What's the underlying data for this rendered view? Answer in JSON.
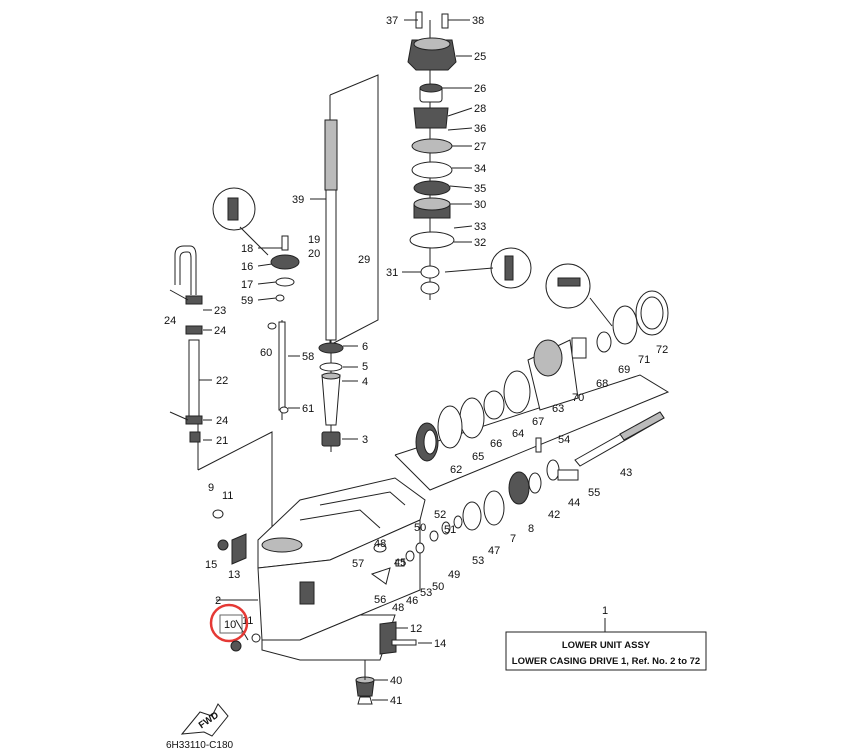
{
  "diagram": {
    "code": "6H33110-C180",
    "caption_number": "1",
    "box_line1": "LOWER  UNIT  ASSY",
    "box_line2": "LOWER CASING DRIVE 1, Ref. No. 2 to 72",
    "fwd_label": "FWD",
    "highlight": {
      "part": "10",
      "color": "#e53935"
    },
    "callouts": [
      "37",
      "38",
      "25",
      "26",
      "28",
      "36",
      "27",
      "34",
      "35",
      "30",
      "33",
      "32",
      "31",
      "39",
      "19",
      "20",
      "18",
      "16",
      "29",
      "17",
      "59",
      "23",
      "24",
      "24",
      "22",
      "24",
      "21",
      "60",
      "58",
      "6",
      "5",
      "4",
      "61",
      "3",
      "72",
      "71",
      "69",
      "68",
      "70",
      "63",
      "67",
      "64",
      "66",
      "65",
      "62",
      "54",
      "43",
      "55",
      "44",
      "42",
      "8",
      "7",
      "52",
      "50",
      "51",
      "47",
      "53",
      "49",
      "48",
      "57",
      "45",
      "46",
      "53",
      "56",
      "48",
      "50",
      "9",
      "11",
      "15",
      "13",
      "2",
      "10",
      "11",
      "12",
      "14",
      "40",
      "41"
    ]
  }
}
